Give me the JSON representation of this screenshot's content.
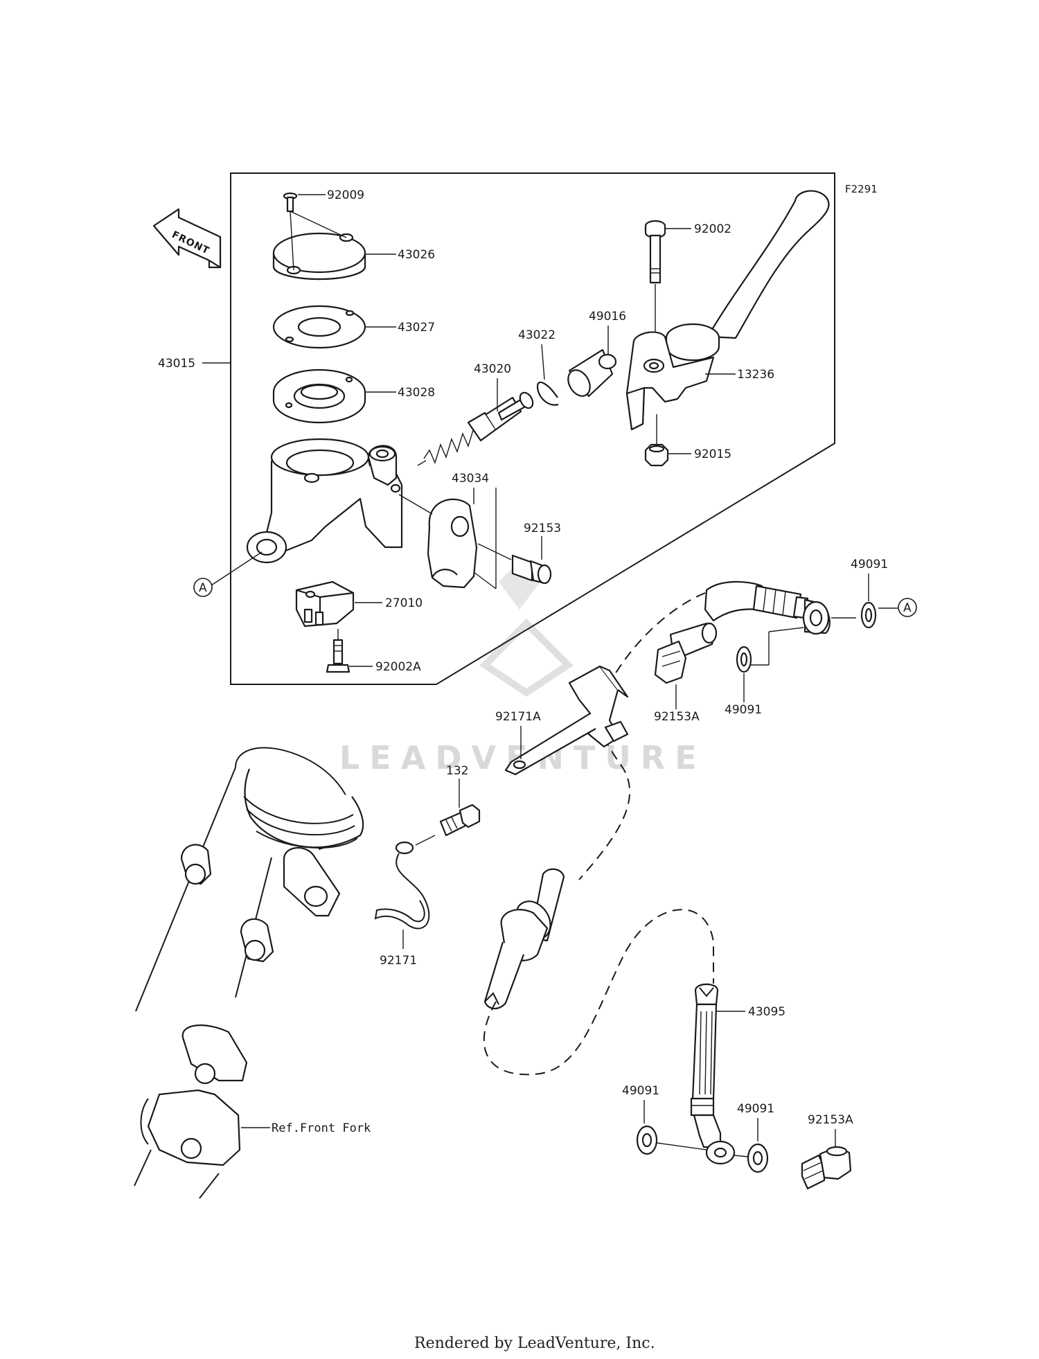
{
  "figure_code": "F2291",
  "front_marker": "FRONT",
  "callout_letter": "A",
  "watermark": "LEADVENTURE",
  "footer": "Rendered by LeadVenture, Inc.",
  "reference": "Ref.Front Fork",
  "parts": {
    "p92009": "92009",
    "p43026": "43026",
    "p43027": "43027",
    "p43015": "43015",
    "p43028": "43028",
    "p43020": "43020",
    "p43022": "43022",
    "p49016": "49016",
    "p92002": "92002",
    "p13236": "13236",
    "p92015": "92015",
    "p43034": "43034",
    "p92153": "92153",
    "p27010": "27010",
    "p92002A": "92002A",
    "p49091_top": "49091",
    "p92153A_top": "92153A",
    "p49091_mid": "49091",
    "p92171A": "92171A",
    "p132": "132",
    "p92171": "92171",
    "p43095": "43095",
    "p49091_bl": "49091",
    "p49091_br": "49091",
    "p92153A_bot": "92153A"
  }
}
